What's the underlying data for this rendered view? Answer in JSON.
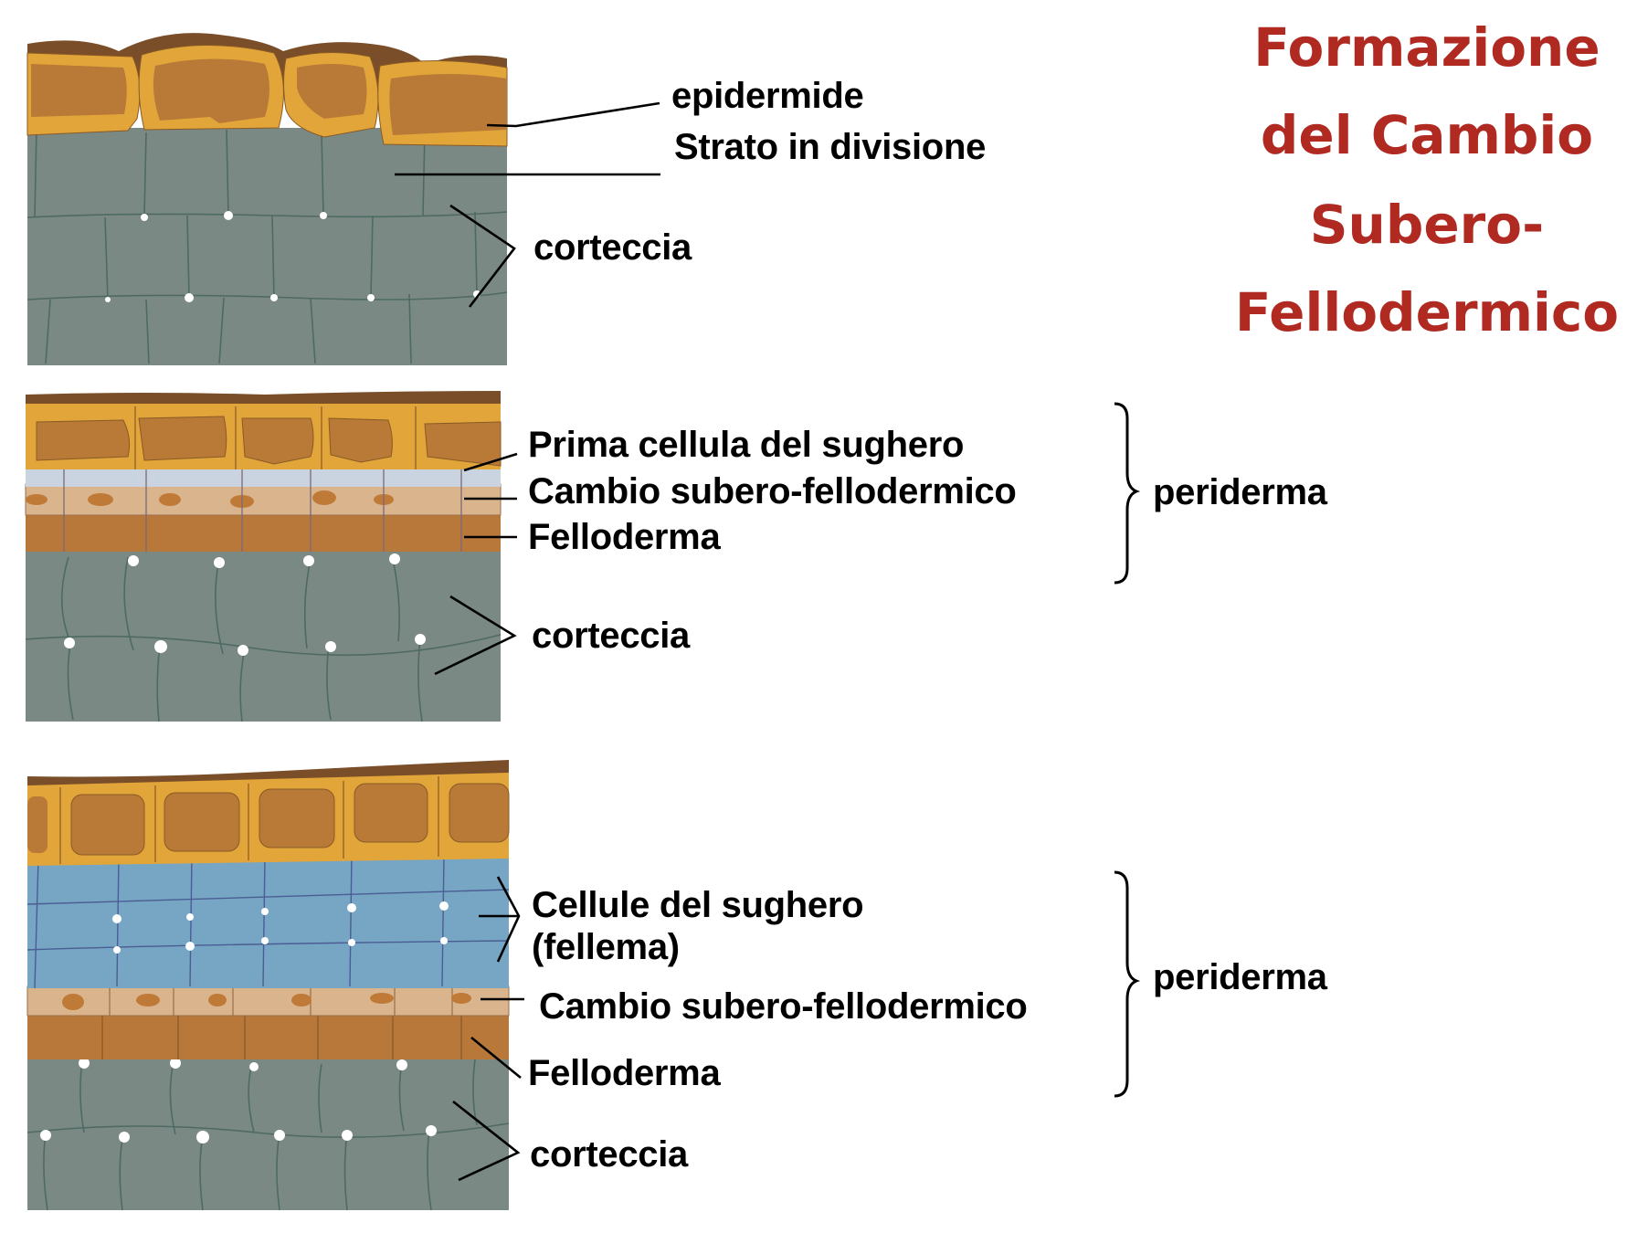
{
  "title": {
    "lines": [
      "Formazione",
      "del Cambio",
      "Subero-",
      "Fellodermico"
    ],
    "color": "#b02a22"
  },
  "colors": {
    "cuticle": "#7a4e28",
    "epidermis_wall": "#e2a53a",
    "epidermis_lumen": "#b87a36",
    "cortex": "#7a8984",
    "cortex_outline": "#4f6a64",
    "first_cork_cell": "#c9d4e0",
    "cork_cambium": "#d9b48c",
    "cork_cambium_nucleus": "#c07a38",
    "phelloderm": "#b8783a",
    "phellem": "#76a6c4",
    "phellem_outline": "#4b5d94",
    "label_text": "#000000"
  },
  "panels": [
    {
      "stage": 1,
      "labels": {
        "epidermis": "epidermide",
        "dividing_layer": "Strato in divisione",
        "cortex": "corteccia"
      }
    },
    {
      "stage": 2,
      "labels": {
        "first_cork_cell": "Prima cellula del sughero",
        "cork_cambium": "Cambio subero-fellodermico",
        "phelloderm": "Felloderma",
        "cortex": "corteccia",
        "periderm": "periderma"
      }
    },
    {
      "stage": 3,
      "labels": {
        "cork_cells_line1": "Cellule del sughero",
        "cork_cells_line2": "(fellema)",
        "cork_cambium": "Cambio subero-fellodermico",
        "phelloderm": "Felloderma",
        "cortex": "corteccia",
        "periderm": "periderma"
      }
    }
  ]
}
